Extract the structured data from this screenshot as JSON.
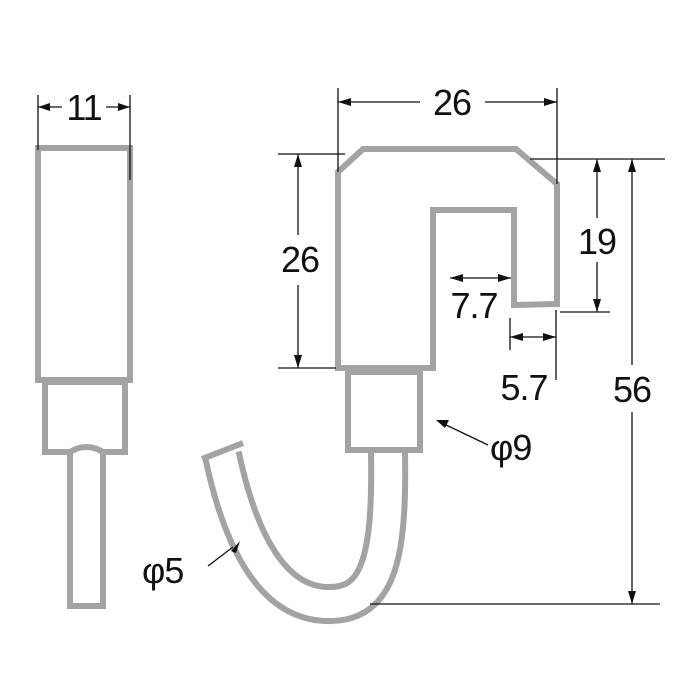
{
  "title": "Hook dimensions",
  "colors": {
    "part_outline": "#a3a3a3",
    "dimension": "#111111"
  },
  "dimensions": {
    "side_width": "11",
    "hook_width": "26",
    "body_height": "26",
    "hook_opening_height": "19",
    "inner_slot_width": "7.7",
    "tip_width": "5.7",
    "overall_height": "56",
    "collar_diameter": "φ9",
    "wire_diameter": "φ5"
  }
}
